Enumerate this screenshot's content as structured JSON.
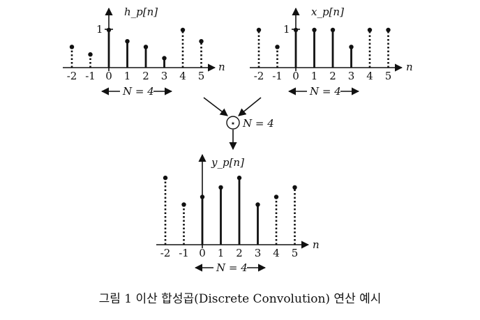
{
  "caption": "그림 1 이산 합성곱(Discrete Convolution) 연산 예시",
  "operator": {
    "symbol": "⋆",
    "label": "N = 4"
  },
  "plots": {
    "hp": {
      "title": "h_p[n]",
      "axis_var": "n",
      "y_tick": "1",
      "period_label": "N = 4",
      "x_ticks": [
        "-2",
        "-1",
        "0",
        "1",
        "2",
        "3",
        "4",
        "5"
      ],
      "values": [
        0.55,
        0.35,
        1.0,
        0.7,
        0.55,
        0.25,
        1.0,
        0.7
      ],
      "style": [
        "dotted",
        "dotted",
        "solid",
        "solid",
        "solid",
        "solid",
        "dotted",
        "dotted"
      ]
    },
    "xp": {
      "title": "x_p[n]",
      "axis_var": "n",
      "y_tick": "1",
      "period_label": "N = 4",
      "x_ticks": [
        "-2",
        "-1",
        "0",
        "1",
        "2",
        "3",
        "4",
        "5"
      ],
      "values": [
        1.0,
        0.55,
        1.0,
        1.0,
        1.0,
        0.55,
        1.0,
        1.0
      ],
      "style": [
        "dotted",
        "dotted",
        "solid",
        "solid",
        "solid",
        "solid",
        "dotted",
        "dotted"
      ]
    },
    "yp": {
      "title": "y_p[n]",
      "axis_var": "n",
      "period_label": "N = 4",
      "x_ticks": [
        "-2",
        "-1",
        "0",
        "1",
        "2",
        "3",
        "4",
        "5"
      ],
      "values": [
        3.5,
        2.1,
        2.5,
        3.0,
        3.5,
        2.1,
        2.5,
        3.0
      ],
      "style": [
        "dotted",
        "dotted",
        "solid",
        "solid",
        "solid",
        "solid",
        "dotted",
        "dotted"
      ]
    }
  }
}
